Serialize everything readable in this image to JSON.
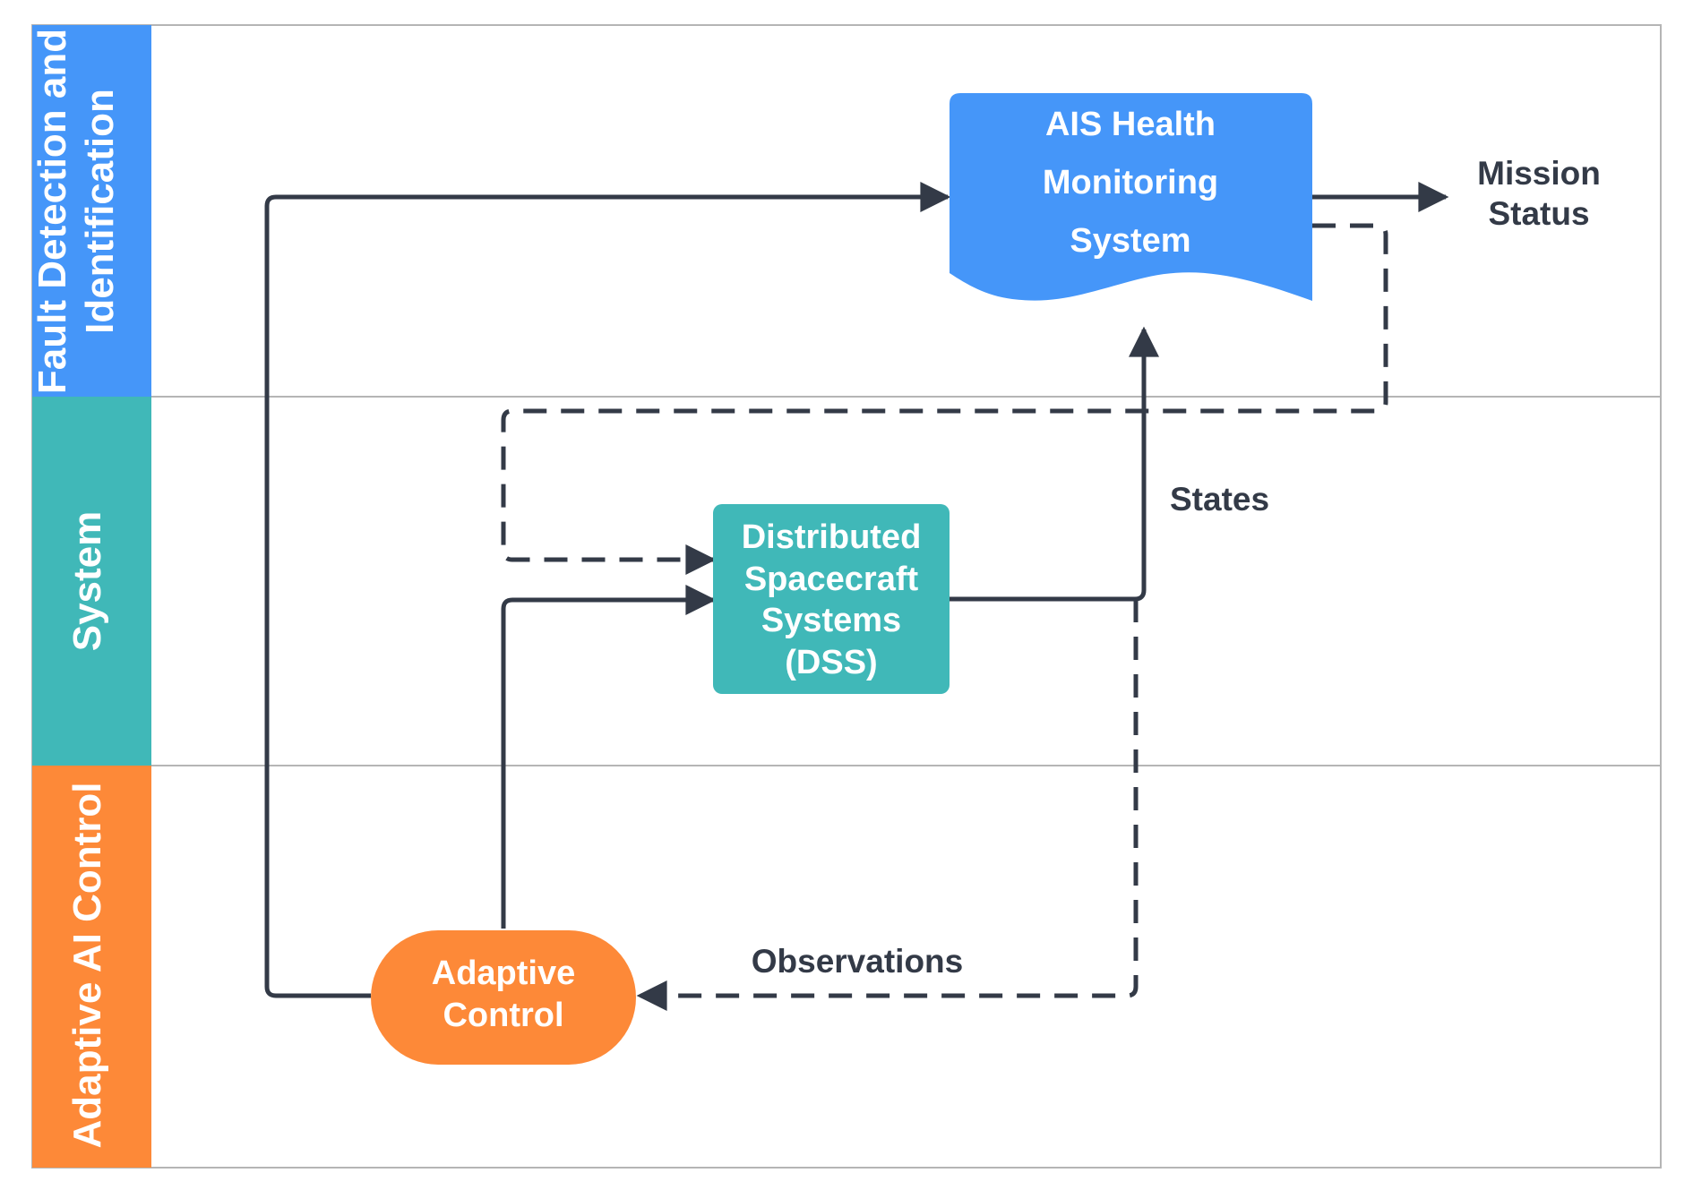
{
  "lanes": [
    {
      "label_line1": "Fault Detection and",
      "label_line2": "Identification",
      "color": "#4596f9"
    },
    {
      "label": "System",
      "color": "#40b8b8"
    },
    {
      "label": "Adaptive AI Control",
      "color": "#fd8938"
    }
  ],
  "nodes": {
    "ais": {
      "line1": "AIS Health",
      "line2": "Monitoring",
      "line3": "System",
      "color": "#4596f9"
    },
    "dss": {
      "line1": "Distributed",
      "line2": "Spacecraft",
      "line3": "Systems",
      "line4": "(DSS)",
      "color": "#40b8b8"
    },
    "adaptive": {
      "line1": "Adaptive",
      "line2": "Control",
      "color": "#fd8938"
    }
  },
  "edge_labels": {
    "mission_line1": "Mission",
    "mission_line2": "Status",
    "states": "States",
    "observations": "Observations"
  },
  "colors": {
    "line": "#333a47",
    "frame": "#b5b5b5"
  }
}
